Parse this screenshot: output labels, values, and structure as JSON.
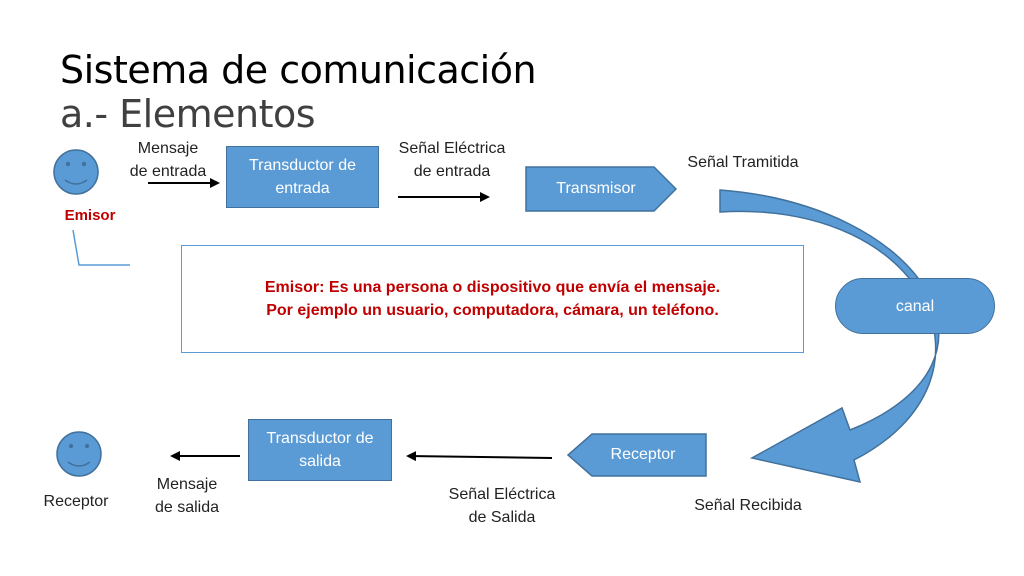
{
  "title": {
    "line1": "Sistema de comunicación",
    "line2": "a.- Elementos"
  },
  "labels": {
    "mensaje_entrada": [
      "Mensaje",
      "de entrada"
    ],
    "senal_electrica_entrada": [
      "Señal Eléctrica",
      "de entrada"
    ],
    "senal_tramitida": "Señal Tramitida",
    "emisor": "Emisor",
    "receptor": "Receptor",
    "mensaje_salida": [
      "Mensaje",
      "de salida"
    ],
    "senal_electrica_salida": [
      "Señal Eléctrica",
      "de Salida"
    ],
    "senal_recibida": "Señal Recibida"
  },
  "boxes": {
    "transductor_entrada": [
      "Transductor de",
      "entrada"
    ],
    "transmisor": "Transmisor",
    "canal": "canal",
    "receptor": "Receptor",
    "transductor_salida": [
      "Transductor de",
      "salida"
    ]
  },
  "info": {
    "line1": "Emisor: Es una persona o dispositivo que envía el mensaje.",
    "line2": "Por ejemplo un usuario, computadora, cámara, un teléfono."
  },
  "colors": {
    "box_fill": "#5b9bd5",
    "box_border": "#41719c",
    "highlight_text": "#c00000"
  },
  "icons": [
    "smiley-face-icon",
    "smiley-face-icon"
  ]
}
